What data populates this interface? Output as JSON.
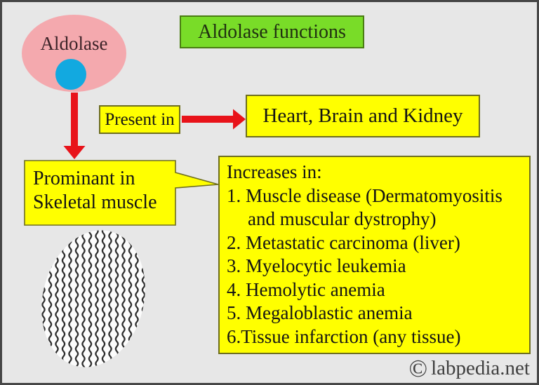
{
  "canvas": {
    "background": "#e7e7e7",
    "border_color": "#464646"
  },
  "title_box": {
    "label": "Aldolase functions",
    "fill": "#79dc28",
    "border": "#4a7d12"
  },
  "enzyme": {
    "label": "Aldolase",
    "ellipse_fill": "#f4a9ae",
    "dot_fill": "#12a9e0"
  },
  "flow": {
    "present_in_label": "Present in",
    "present_in_target": "Heart, Brain and Kidney",
    "arrow_color": "#e8131a",
    "box_fill": "#ffff00"
  },
  "prominent_callout": {
    "line1": "Prominant in",
    "line2": "Skeletal muscle",
    "fill": "#ffff00"
  },
  "increases_box": {
    "heading": "Increases in:",
    "lines": [
      {
        "text": "1. Muscle disease (Dermatomyositis"
      },
      {
        "text": "and muscular dystrophy)",
        "indented": true
      },
      {
        "text": "2. Metastatic carcinoma (liver)"
      },
      {
        "text": "3. Myelocytic leukemia"
      },
      {
        "text": "4. Hemolytic anemia"
      },
      {
        "text": "5. Megaloblastic anemia"
      },
      {
        "text": "6.Tissue infarction (any tissue)"
      }
    ],
    "fill": "#ffff00"
  },
  "muscle_illustration": {
    "icon": "skeletal-muscle-fibers-icon"
  },
  "watermark": {
    "symbol": "©",
    "label": "labpedia.net"
  }
}
